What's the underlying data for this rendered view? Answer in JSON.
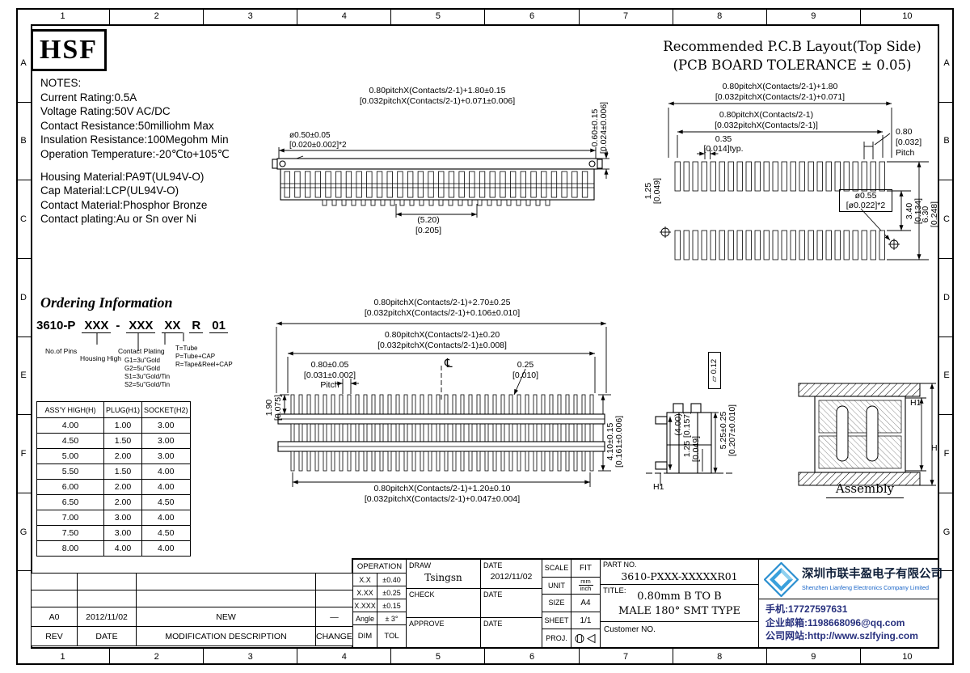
{
  "frame": {
    "cols": [
      "1",
      "2",
      "3",
      "4",
      "5",
      "6",
      "7",
      "8",
      "9",
      "10"
    ],
    "rows": [
      "A",
      "B",
      "C",
      "D",
      "E",
      "F",
      "G",
      ""
    ]
  },
  "logo_text": "HSF",
  "pcb_header": {
    "line1": "Recommended P.C.B Layout(Top Side)",
    "line2": "(PCB BOARD TOLERANCE ± 0.05)"
  },
  "notes": {
    "title": "NOTES:",
    "electrical": [
      "Current Rating:0.5A",
      "Voltage Rating:50V AC/DC",
      "Contact Resistance:50milliohm Max",
      "Insulation Resistance:100Megohm Min",
      "Operation Temperature:-20℃to+105℃"
    ],
    "material": [
      "Housing Material:PA9T(UL94V-O)",
      "Cap Material:LCP(UL94V-O)",
      "Contact Material:Phosphor Bronze",
      "Contact plating:Au or Sn over Ni"
    ]
  },
  "ordering": {
    "title": "Ordering Information",
    "base": "3610-P",
    "seg1": "XXX",
    "dash": "-",
    "seg2": "XXX",
    "seg3": "XX",
    "seg4": "R",
    "seg5": "01",
    "label_pins": "No.of Pins",
    "label_height": "Housing High",
    "label_plating": "Contact Plating",
    "plating_options": [
      "G1=3u\"Gold",
      "G2=5u\"Gold",
      "S1=3u\"Gold/Tin",
      "S2=5u\"Gold/Tin"
    ],
    "packing_options": [
      "T=Tube",
      "P=Tube+CAP",
      "R=Tape&Reel+CAP"
    ]
  },
  "assy_table": {
    "headers": [
      "ASS'Y HIGH(H)",
      "PLUG(H1)",
      "SOCKET(H2)"
    ],
    "rows": [
      [
        "4.00",
        "1.00",
        "3.00"
      ],
      [
        "4.50",
        "1.50",
        "3.00"
      ],
      [
        "5.00",
        "2.00",
        "3.00"
      ],
      [
        "5.50",
        "1.50",
        "4.00"
      ],
      [
        "6.00",
        "2.00",
        "4.00"
      ],
      [
        "6.50",
        "2.00",
        "4.50"
      ],
      [
        "7.00",
        "3.00",
        "4.00"
      ],
      [
        "7.50",
        "3.00",
        "4.50"
      ],
      [
        "8.00",
        "4.00",
        "4.00"
      ]
    ]
  },
  "top_view": {
    "dim_width_mm": "0.80pitchX(Contacts/2-1)+1.80±0.15",
    "dim_width_in": "[0.032pitchX(Contacts/2-1)+0.071±0.006]",
    "dim_hole_mm": "ø0.50±0.05",
    "dim_hole_in": "[0.020±0.002]*2",
    "dim_h_mm": "0.60±0.15",
    "dim_h_in": "[0.024±0.006]",
    "dim_c_mm": "(5.20)",
    "dim_c_in": "[0.205]"
  },
  "pcb_view": {
    "dim1_mm": "0.80pitchX(Contacts/2-1)+1.80",
    "dim1_in": "[0.032pitchX(Contacts/2-1)+0.071]",
    "dim2_mm": "0.80pitchX(Contacts/2-1)",
    "dim2_in": "[0.032pitchX(Contacts/2-1)]",
    "dim3_mm": "0.35",
    "dim3_in": "[0.014]typ.",
    "pitch_mm": "0.80",
    "pitch_in": "[0.032]",
    "pitch_label": "Pitch",
    "dim4_mm": "1.25",
    "dim4_in": "[0.049]",
    "hole_mm": "ø0.55",
    "hole_in": "[ø0.022]*2",
    "dim5_mm": "3.40",
    "dim5_in": "[0.134]",
    "dim6_mm": "6.30",
    "dim6_in": "[0.248]"
  },
  "front_view": {
    "dim1_mm": "0.80pitchX(Contacts/2-1)+2.70±0.25",
    "dim1_in": "[0.032pitchX(Contacts/2-1)+0.106±0.010]",
    "dim2_mm": "0.80pitchX(Contacts/2-1)±0.20",
    "dim2_in": "[0.032pitchX(Contacts/2-1)±0.008]",
    "pitch_mm": "0.80±0.05",
    "pitch_in": "[0.031±0.002]",
    "pitch_label": "Pitch",
    "dim3_mm": "0.25",
    "dim3_in": "[0.010]",
    "dim4_mm": "1.90",
    "dim4_in": "[0.075]",
    "dim5_mm": "4.10±0.15",
    "dim5_in": "[0.161±0.006]",
    "dim6_mm": "0.80pitchX(Contacts/2-1)+1.20±0.10",
    "dim6_in": "[0.032pitchX(Contacts/2-1)+0.047±0.004]",
    "centerline": "℄"
  },
  "side_view": {
    "flat_symbol": "▱",
    "flatness": "0.12",
    "dim1_mm": "(4.00)",
    "dim1_in": "[0.157]",
    "dim2_mm": "1.25",
    "dim2_in": "[0.049]",
    "dim3_mm": "5.25±0.25",
    "dim3_in": "[0.207±0.010]",
    "h1": "H1"
  },
  "assembly": {
    "label": "Assembly",
    "h": "H",
    "h1": "H1"
  },
  "title_block": {
    "operation": {
      "header": "OPERATION",
      "rows": [
        [
          "X.X",
          "±0.40"
        ],
        [
          "X.XX",
          "±0.25"
        ],
        [
          "X.XXX",
          "±0.15"
        ],
        [
          "Angle",
          "± 3°"
        ]
      ],
      "footer": [
        "DIM",
        "TOL"
      ]
    },
    "draw_label": "DRAW",
    "draw_value": "Tsingsn",
    "check_label": "CHECK",
    "approve_label": "APPROVE",
    "date_label": "DATE",
    "draw_date": "2012/11/02",
    "scale_label": "SCALE",
    "scale_value": "FIT",
    "unit_label": "UNIT",
    "unit_mm": "mm",
    "unit_inch": "inch",
    "size_label": "SIZE",
    "size_value": "A4",
    "sheet_label": "SHEET",
    "sheet_value": "1/1",
    "proj_label": "PROJ.",
    "part_no_label": "PART NO.",
    "part_no_value": "3610-PXXX-XXXXXR01",
    "title_label": "TITLE:",
    "title_line1": "0.80mm B TO B",
    "title_line2": "MALE 180° SMT TYPE",
    "customer_label": "Customer NO."
  },
  "company": {
    "name_cn": "深圳市联丰盈电子有限公司",
    "name_en": "Shenzhen Lianfeng Electronics Company Limited",
    "phone": "手机:17727597631",
    "email": "企业邮箱:1198668096@qq.com",
    "website": "公司网站:http://www.szlfying.com"
  },
  "revision": {
    "headers": [
      "REV",
      "DATE",
      "MODIFICATION DESCRIPTION",
      "CHANGE"
    ],
    "row": [
      "A0",
      "2012/11/02",
      "NEW",
      "—"
    ]
  },
  "colors": {
    "accent_blue": "#28317e",
    "logo_blue": "#2a8fd0"
  }
}
